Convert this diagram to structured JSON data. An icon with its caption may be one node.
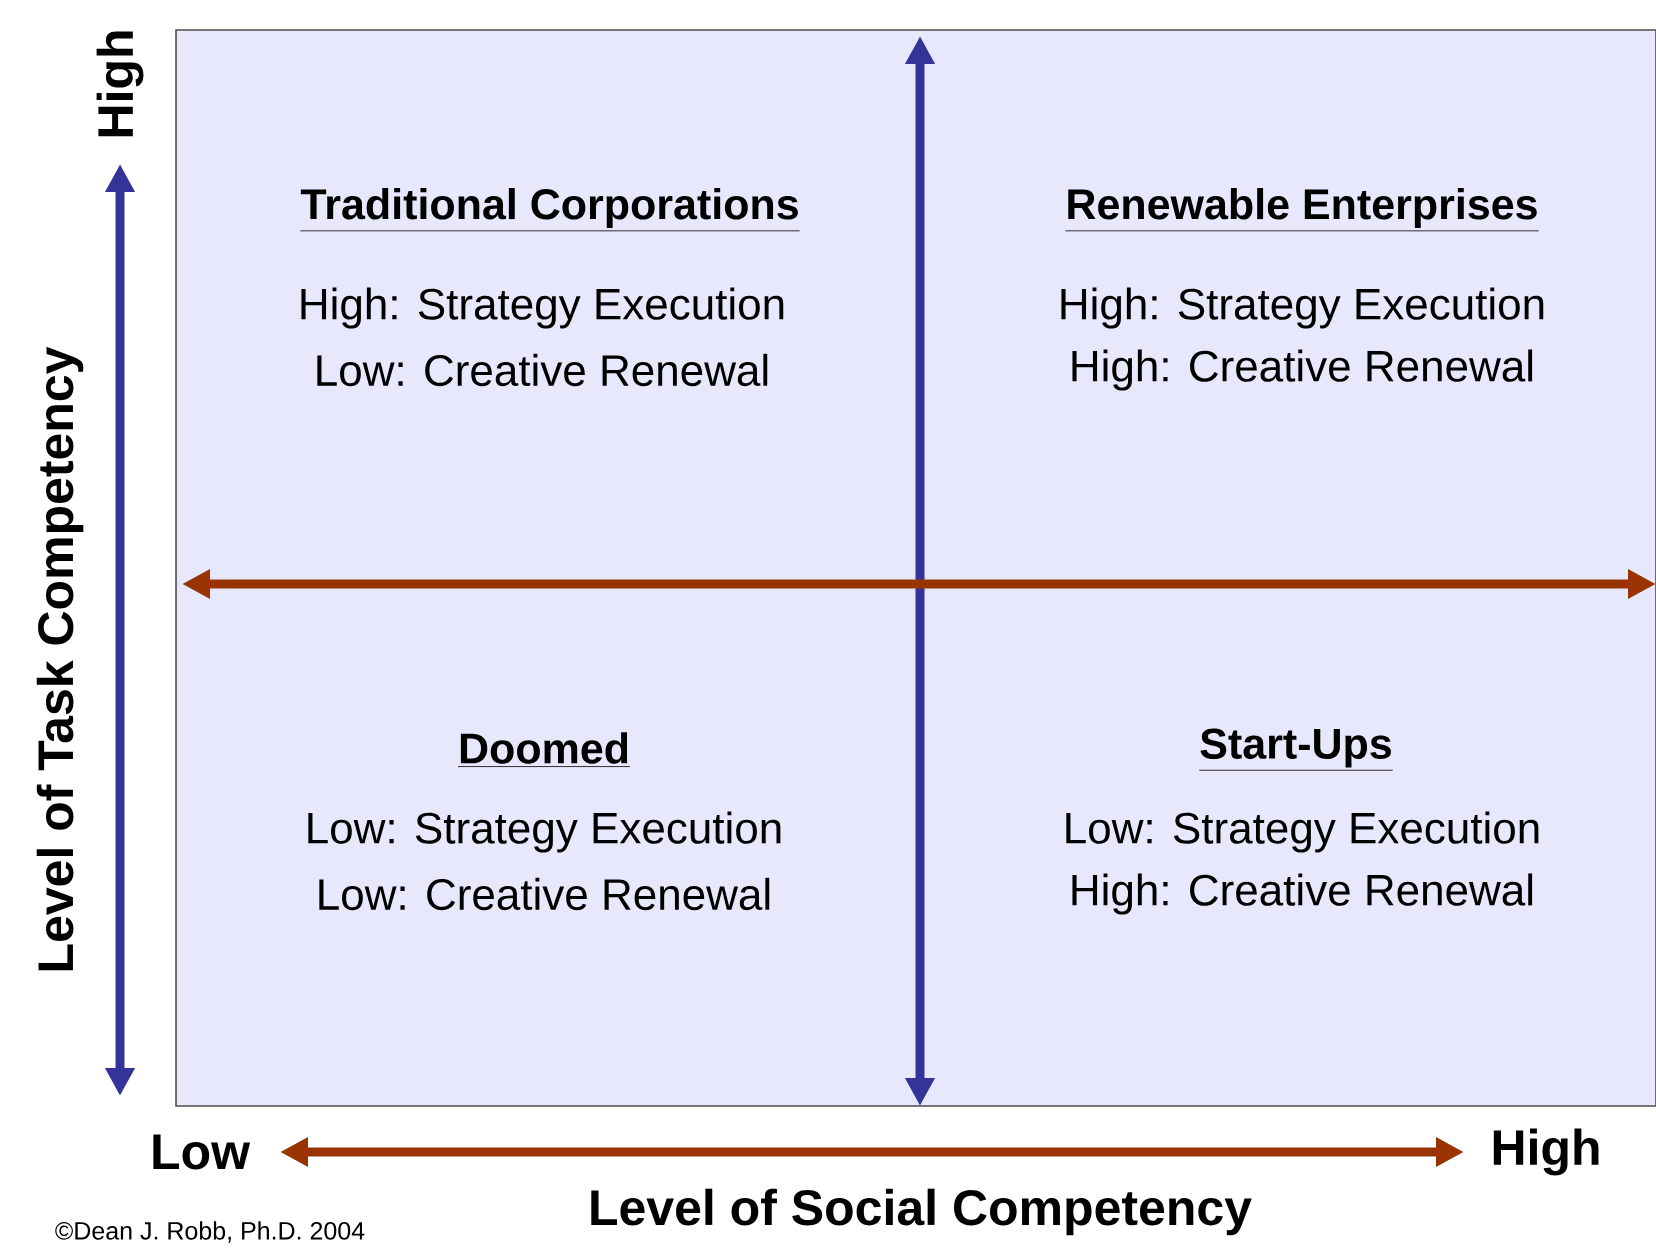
{
  "diagram": {
    "labels": [
      "High",
      "Level of Task Competency",
      "Traditional Corporations",
      "High: Strategy Execution",
      "Low: Creative Renewal",
      "Renewable Enterprises",
      "High: Strategy Execution",
      "High: Creative Renewal",
      "Doomed",
      "Low: Strategy Execution",
      "Low: Creative Renewal",
      "Start-Ups",
      "Low: Strategy Execution",
      "High: Creative Renewal",
      "Low",
      "High",
      "Level of Social Competency",
      "©Dean J. Robb, Ph.D. 2004"
    ]
  }
}
